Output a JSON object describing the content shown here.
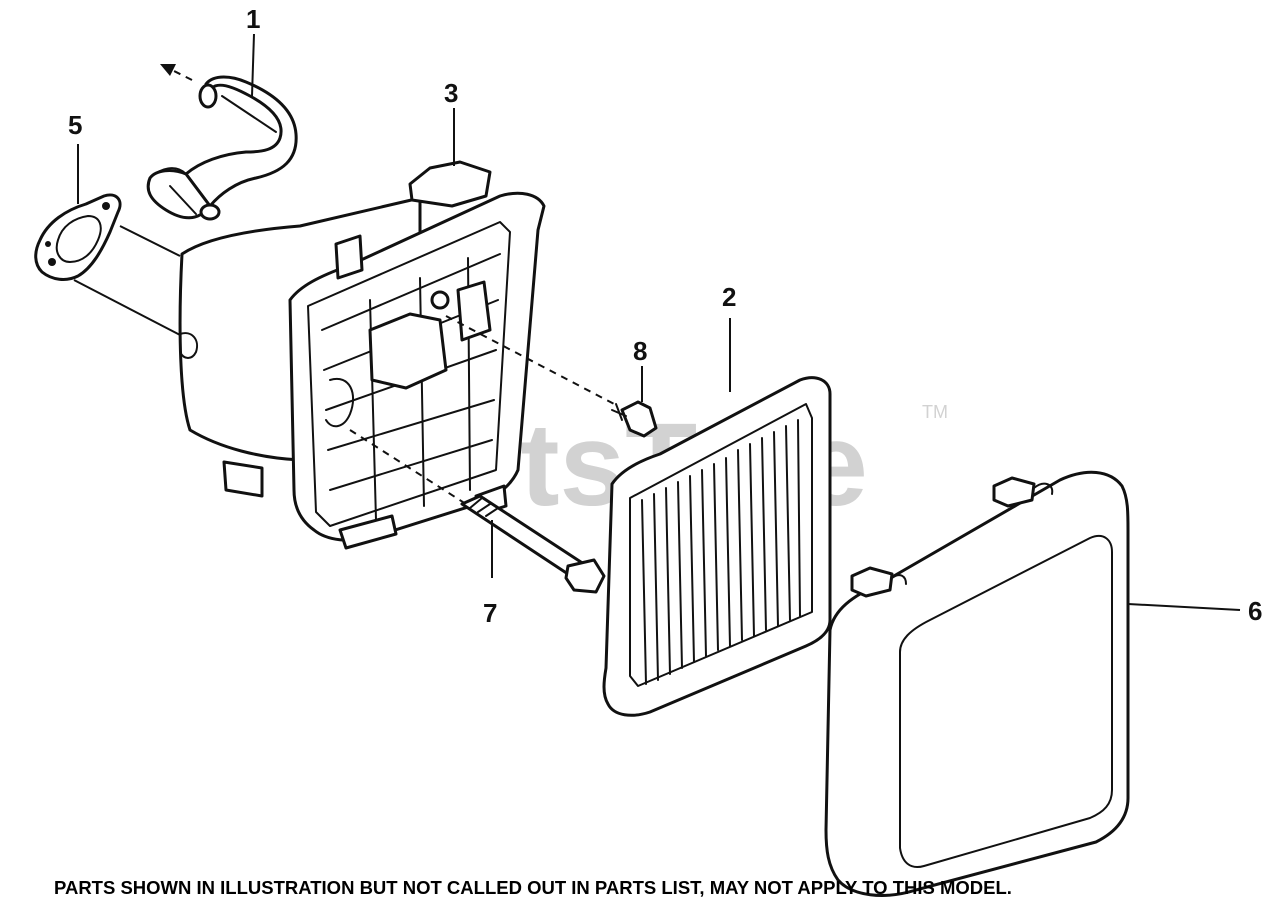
{
  "callouts": {
    "c1": "1",
    "c2": "2",
    "c3": "3",
    "c5": "5",
    "c6": "6",
    "c7": "7",
    "c8": "8"
  },
  "watermark": {
    "word": "PartsTree",
    "mark": "TM"
  },
  "footer": {
    "note": "PARTS SHOWN IN ILLUSTRATION BUT NOT CALLED OUT IN PARTS LIST, MAY NOT APPLY TO THIS MODEL."
  },
  "colors": {
    "ink": "#111111",
    "watermark": "#d2d2d2",
    "background": "#ffffff"
  }
}
